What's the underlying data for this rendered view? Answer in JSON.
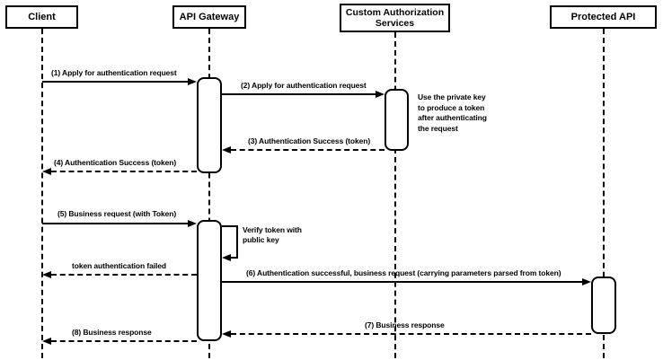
{
  "participants": [
    {
      "name": "Client"
    },
    {
      "name": "API Gateway"
    },
    {
      "name": "Custom Authorization Services"
    },
    {
      "name": "Protected API"
    }
  ],
  "messages": [
    {
      "label": "(1) Apply for authentication request",
      "from": "Client",
      "to": "API Gateway",
      "line": "solid"
    },
    {
      "label": "(2) Apply for authentication request",
      "from": "API Gateway",
      "to": "Custom Authorization Services",
      "line": "solid"
    },
    {
      "label": "(3) Authentication Success (token)",
      "from": "Custom Authorization Services",
      "to": "API Gateway",
      "line": "dashed"
    },
    {
      "label": "(4) Authentication Success (token)",
      "from": "API Gateway",
      "to": "Client",
      "line": "dashed"
    },
    {
      "label": "(5) Business request (with Token)",
      "from": "Client",
      "to": "API Gateway",
      "line": "solid"
    },
    {
      "label": "Verify token with public key",
      "from": "API Gateway",
      "to": "API Gateway",
      "line": "solid",
      "self": true
    },
    {
      "label": "token authentication failed",
      "from": "API Gateway",
      "to": "Client",
      "line": "dashed"
    },
    {
      "label": "(6) Authentication successful, business request (carrying parameters parsed from token)",
      "from": "API Gateway",
      "to": "Protected API",
      "line": "solid"
    },
    {
      "label": "(7) Business response",
      "from": "Protected API",
      "to": "API Gateway",
      "line": "dashed"
    },
    {
      "label": "(8) Business response",
      "from": "API Gateway",
      "to": "Client",
      "line": "dashed"
    }
  ],
  "note": {
    "text": "Use the private key to produce a token after authenticating the request"
  },
  "colors": {
    "stroke": "#000000",
    "fill": "#ffffff",
    "background": "#ffffff"
  }
}
